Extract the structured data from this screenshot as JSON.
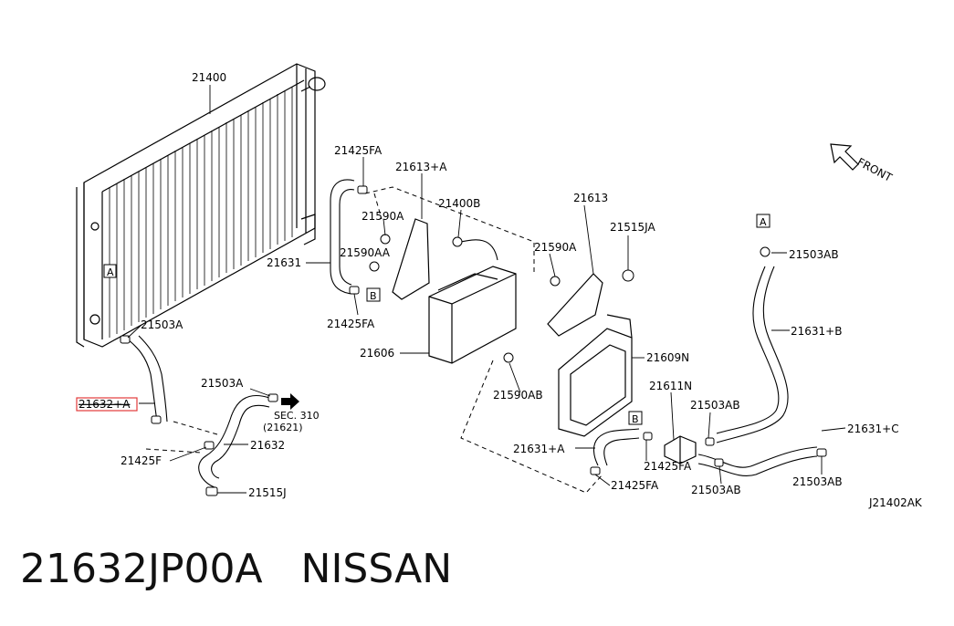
{
  "page_title": "21632JP00A   NISSAN",
  "diagram_code": "J21402AK",
  "front_label": "FRONT",
  "sec_ref_line1": "SEC. 310",
  "sec_ref_line2": "(21621)",
  "callout_a": "A",
  "callout_b": "B",
  "highlight_color": "#e23b3b",
  "labels": {
    "l21400": "21400",
    "l21425FA_top": "21425FA",
    "l21613A": "21613+A",
    "l21400B": "21400B",
    "l21613": "21613",
    "l21590A_left": "21590A",
    "l21590AA": "21590AA",
    "l21590A_right": "21590A",
    "l21515JA": "21515JA",
    "l21631": "21631",
    "l21425FA_mid": "21425FA",
    "l21503AB_right_top": "21503AB",
    "l21503A_left": "21503A",
    "l21606": "21606",
    "l21609N": "21609N",
    "l21631B": "21631+B",
    "l21632A": "21632+A",
    "l21503A_mid": "21503A",
    "l21590AB": "21590AB",
    "l21611N": "21611N",
    "l21503AB_mid": "21503AB",
    "l21632": "21632",
    "l21631C": "21631+C",
    "l21425F": "21425F",
    "l21631A": "21631+A",
    "l21425FA_low1": "21425FA",
    "l21425FA_low2": "21425FA",
    "l21503AB_low": "21503AB",
    "l21503AB_right_low": "21503AB",
    "l21515J": "21515J"
  }
}
